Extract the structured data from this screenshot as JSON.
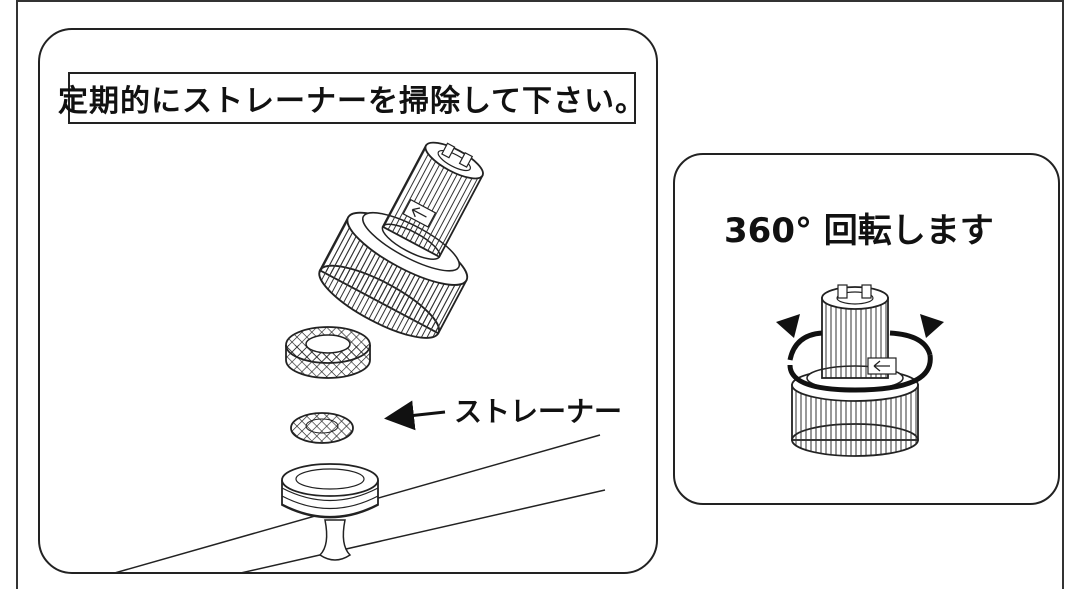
{
  "instruction_title": "定期的にストレーナーを掃除して下さい。",
  "strainer_label": "ストレーナー",
  "rotation_label": "360° 回転します"
}
